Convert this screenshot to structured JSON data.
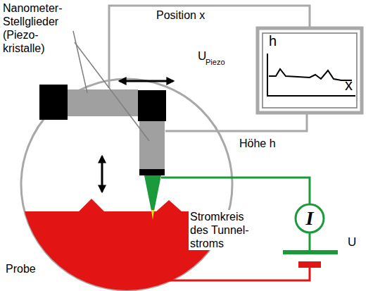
{
  "diagram": {
    "nodes": [
      {
        "text": [
          "h",
          "x"
        ]
      },
      {
        "text": [
          "I"
        ]
      }
    ],
    "labels": [
      "Nanometer- Stellglieder (Piezo- kristalle)",
      "Position x",
      "U",
      "Piezo",
      "Höhe h",
      "Stromkreis des Tunnel- stroms",
      "U",
      "Probe"
    ]
  }
}
